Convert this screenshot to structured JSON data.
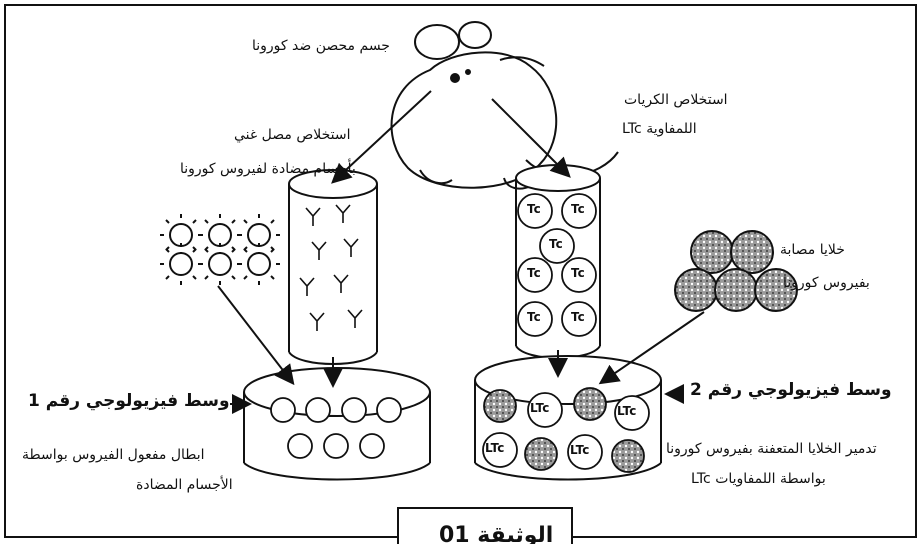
{
  "labels": {
    "immune_mouse": "جسم محصن ضد كورونا",
    "serum_extraction_line1": "استخلاص مصل غني",
    "serum_extraction_line2": "بأجسام مضادة لفيروس كورونا",
    "lymphocyte_extraction_line1": "استخلاص الكريات",
    "lymphocyte_extraction_line2": "اللمفاوية LTc",
    "infected_cells_line1": "خلايا مصابة",
    "infected_cells_line2": "بفيروس كورونا",
    "medium_1": "وسط فيزيولوجي رقم 1",
    "medium_2": "وسط فيزيولوجي رقم 2",
    "neutralization_line1": "ابطال مفعول الفيروس بواسطة",
    "neutralization_line2": "الأجسام المضادة",
    "destruction_line1": "تدمير الخلايا المتعفنة بفيروس كورونا",
    "destruction_line2": "بواسطة اللمفاويات LTc"
  },
  "cell_labels": {
    "tc": "Tc",
    "ltc": "LTc"
  },
  "caption": {
    "text": "الوثيقة 01"
  }
}
